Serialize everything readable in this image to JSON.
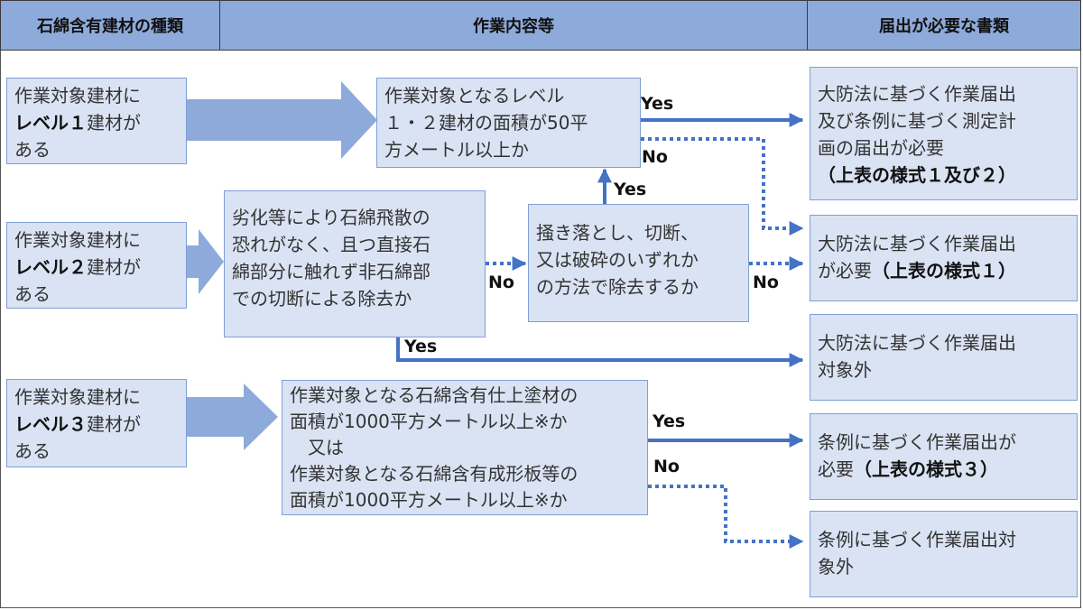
{
  "headers": {
    "col1": "石綿含有建材の種類",
    "col2": "作業内容等",
    "col3": "届出が必要な書類"
  },
  "levels": {
    "l1": {
      "pre": "作業対象建材に",
      "strong": "レベル１",
      "suf": "建材が",
      "end": "ある"
    },
    "l2": {
      "pre": "作業対象建材に",
      "strong": "レベル２",
      "suf": "建材が",
      "end": "ある"
    },
    "l3": {
      "pre": "作業対象建材に",
      "strong": "レベル３",
      "suf": "建材が",
      "end": "ある"
    }
  },
  "questions": {
    "area12": [
      "作業対象となるレベル",
      "１・２建材の面積が50平",
      "方メートル以上か"
    ],
    "deterioration": [
      "劣化等により石綿飛散の",
      "恐れがなく、且つ直接石",
      "綿部分に触れず非石綿部",
      "での切断による除去か"
    ],
    "method": [
      "掻き落とし、切断、",
      "又は破砕のいずれか",
      "の方法で除去するか"
    ],
    "area3": [
      "作業対象となる石綿含有仕上塗材の",
      "面積が1000平方メートル以上※か",
      "　又は",
      "作業対象となる石綿含有成形板等の",
      "面積が1000平方メートル以上※か"
    ]
  },
  "results": {
    "r1": {
      "lines": [
        "大防法に基づく作業届出",
        "及び条例に基づく測定計",
        "画の届出が必要"
      ],
      "strong": "（上表の様式１及び２）"
    },
    "r2": {
      "line1": "大防法に基づく作業届出",
      "pre": "が必要",
      "strong": "（上表の様式１）"
    },
    "r3": {
      "lines": [
        "大防法に基づく作業届出",
        "対象外"
      ]
    },
    "r4": {
      "line1": "条例に基づく作業届出が",
      "pre": "必要",
      "strong": "（上表の様式３）"
    },
    "r5": {
      "lines": [
        "条例に基づく作業届出対",
        "象外"
      ]
    }
  },
  "labels": {
    "yes": "Yes",
    "no": "No"
  },
  "colors": {
    "header": "#8eaadb",
    "box_fill": "#dae3f3",
    "box_border": "#7f9fd6",
    "arrow": "#4472c4",
    "big_arrow": "#8eaadb"
  }
}
